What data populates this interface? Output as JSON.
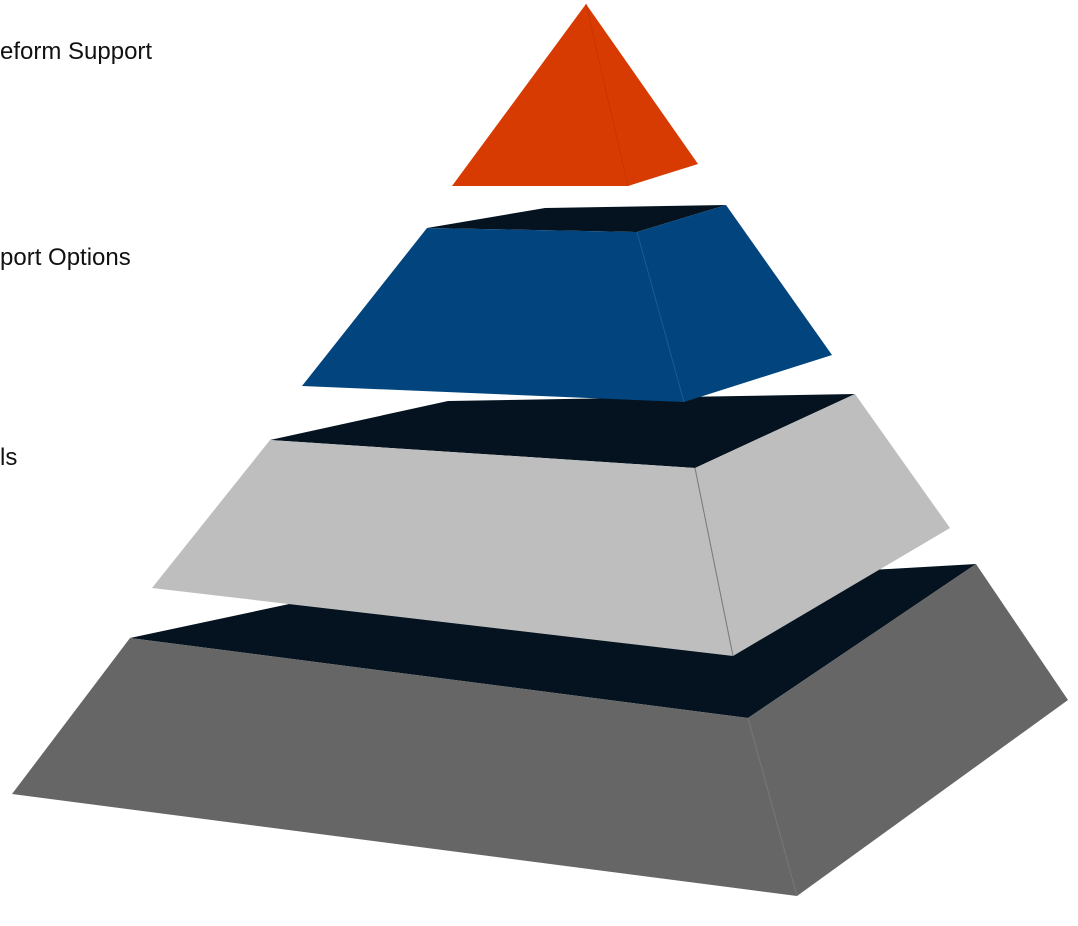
{
  "diagram": {
    "labels": [
      {
        "text": "eform Support"
      },
      {
        "text": "port Options"
      },
      {
        "text": "ls"
      }
    ],
    "tiers": [
      {
        "name": "tier-top",
        "color": "#d83b01"
      },
      {
        "name": "tier-second",
        "color": "#02457e"
      },
      {
        "name": "tier-third",
        "color": "#bebebe"
      },
      {
        "name": "tier-base",
        "color": "#666666"
      }
    ],
    "colors": {
      "top_face": "#04131f",
      "edge": "#777777"
    }
  }
}
